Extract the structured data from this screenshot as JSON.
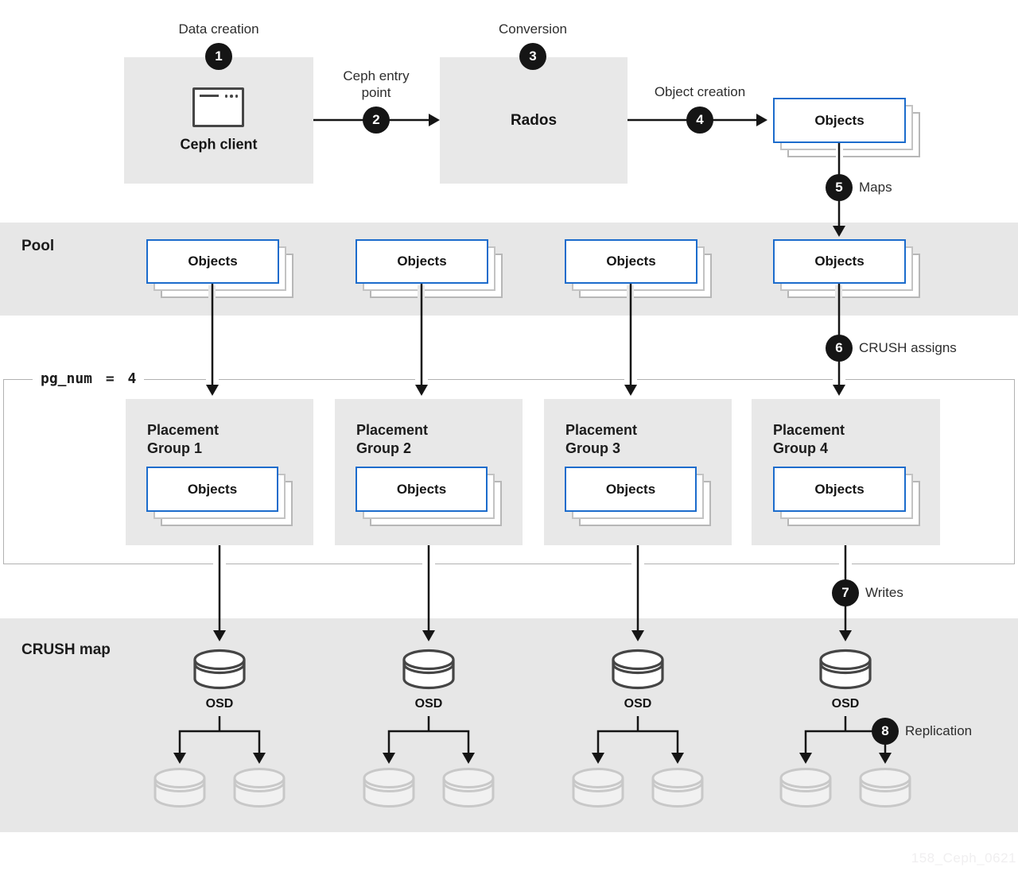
{
  "colors": {
    "accent_blue": "#1c6ccc",
    "box_gray": "#e8e8e8",
    "band_gray": "#e7e7e7",
    "line_black": "#151515",
    "shadow_gray": "#c3c3c3"
  },
  "steps": [
    {
      "num": "1",
      "label": "Data creation"
    },
    {
      "num": "2",
      "label": "Ceph entry point"
    },
    {
      "num": "3",
      "label": "Conversion"
    },
    {
      "num": "4",
      "label": "Object creation"
    },
    {
      "num": "5",
      "label": "Maps"
    },
    {
      "num": "6",
      "label": "CRUSH assigns"
    },
    {
      "num": "7",
      "label": "Writes"
    },
    {
      "num": "8",
      "label": "Replication"
    }
  ],
  "nodes": {
    "ceph_client": "Ceph client",
    "rados": "Rados",
    "objects": "Objects",
    "osd": "OSD"
  },
  "sections": {
    "pool": "Pool",
    "pg_num": "pg_num = 4",
    "crush_map": "CRUSH map"
  },
  "placement_groups": [
    {
      "title": "Placement Group 1"
    },
    {
      "title": "Placement Group 2"
    },
    {
      "title": "Placement Group 3"
    },
    {
      "title": "Placement Group 4"
    }
  ],
  "watermark": "158_Ceph_0621"
}
